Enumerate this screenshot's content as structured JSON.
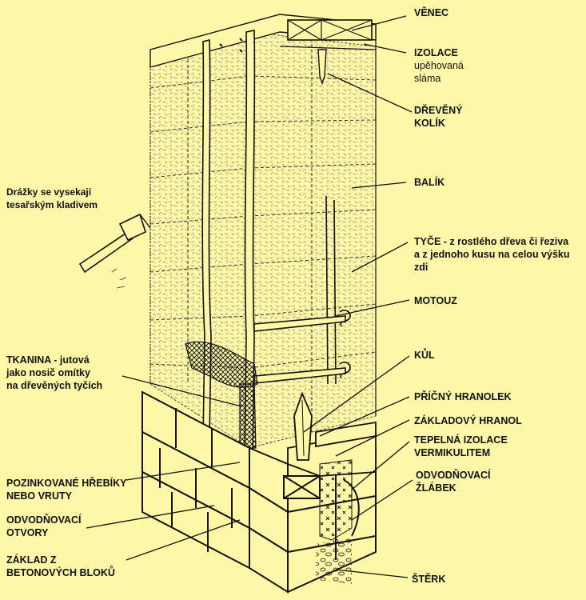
{
  "labels": {
    "venec": "VĚNEC",
    "izolace_1": "IZOLACE",
    "izolace_2": "upěhovaná",
    "izolace_3": "sláma",
    "kolik_1": "DŘEVĚNÝ",
    "kolik_2": "KOLÍK",
    "balik": "BALÍK",
    "tyce_1": "TYČE - z rostlého dřeva či řeziva",
    "tyce_2": "a z jednoho kusu na celou výšku",
    "tyce_3": "zdi",
    "motouz": "MOTOUZ",
    "kul": "KŮL",
    "pricny": "PŘÍČNÝ HRANOLEK",
    "zakladovy": "ZÁKLADOVÝ HRANOL",
    "tepelna_1": "TEPELNÁ IZOLACE",
    "tepelna_2": "VERMIKULITEM",
    "zlabek_1": "ODVODŇOVACÍ",
    "zlabek_2": "ŽLÁBEK",
    "sterk": "ŠTĚRK",
    "drazky_1": "Drážky se vysekají",
    "drazky_2": "tesařským kladivem",
    "tkanina_1": "TKANINA - jutová",
    "tkanina_2": "jako nosič omítky",
    "tkanina_3": "na dřevěných tyčích",
    "hrebiky_1": "POZINKOVANÉ HŘEBÍKY",
    "hrebiky_2": "NEBO VRUTY",
    "otvory_1": "ODVODŇOVACÍ",
    "otvory_2": "OTVORY",
    "zaklad_1": "ZÁKLAD Z",
    "zaklad_2": "BETONOVÝCH BLOKŮ"
  },
  "colors": {
    "background": "#fdf7a8",
    "ink": "#111111"
  }
}
